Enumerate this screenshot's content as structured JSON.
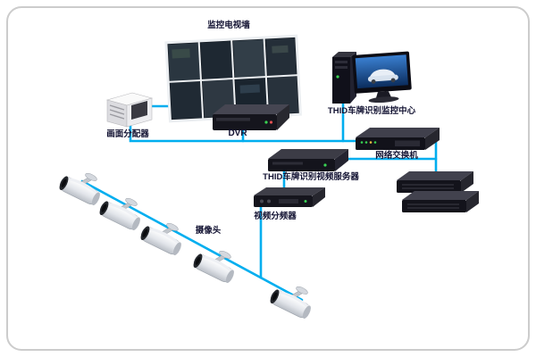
{
  "diagram": {
    "type": "surveillance-network-topology",
    "labels": {
      "tv_wall": "监控电视墙",
      "distributor": "画面分配器",
      "dvr": "DVR",
      "monitor_center": "THID车牌识别监控中心",
      "network_switch": "网络交换机",
      "video_server": "THID车牌识别视频服务器",
      "video_splitter": "视频分频器",
      "camera": "摄像头"
    },
    "colors": {
      "connection_line": "#00AEEF",
      "device_dark": "#15151d",
      "device_top": "#3e3e4a",
      "canvas_border": "#cccccc",
      "screen_blue": "#1c4f92",
      "camera_body": "#f2f3f5"
    },
    "camera_count": 5
  }
}
